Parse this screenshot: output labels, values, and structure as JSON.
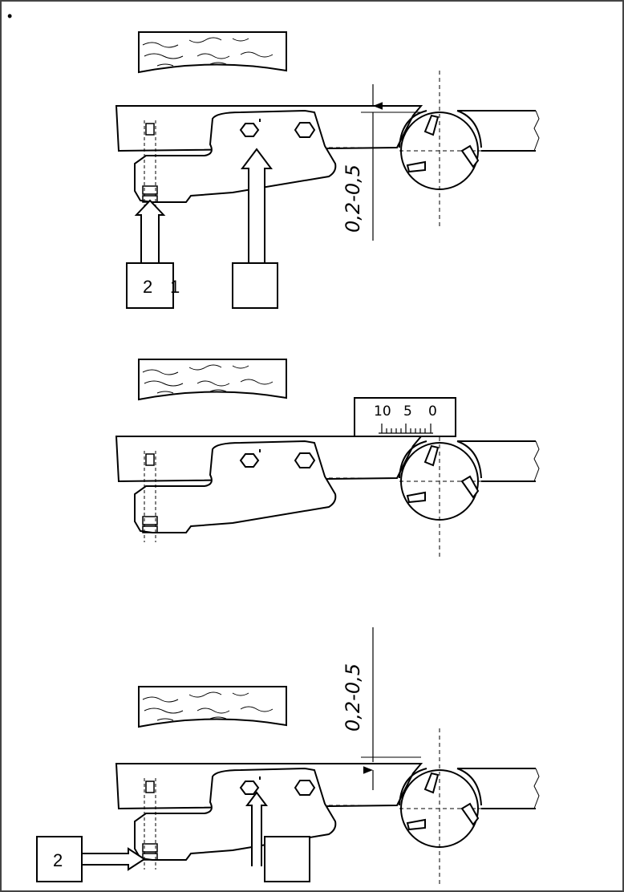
{
  "bullet": "•",
  "figures": [
    {
      "id": "top",
      "dimension": "0,2-0,5",
      "labels": [
        "2",
        "1"
      ]
    },
    {
      "id": "middle",
      "gauge_scale": [
        "10",
        "5",
        "0"
      ]
    },
    {
      "id": "bottom",
      "dimension": "0,2-0,5",
      "labels": [
        "2"
      ]
    }
  ]
}
